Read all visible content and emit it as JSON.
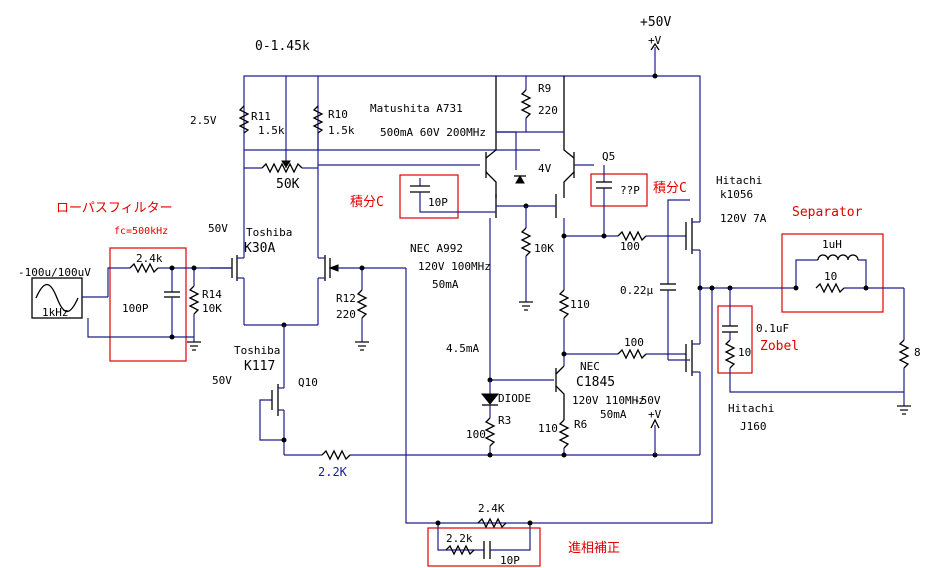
{
  "supply": {
    "top": "+50V",
    "plus_v": "+V",
    "neg": "-50V",
    "plus_v2": "+V"
  },
  "labels": {
    "vol_range": "0-1.45k",
    "v25": "2.5V",
    "r11": "R11",
    "r11_val": "1.5k",
    "r10": "R10",
    "r10_val": "1.5k",
    "pot": "50K",
    "matsushita": "Matushita A731",
    "matsushita_spec": "500mA 60V 200MHz",
    "r9": "R9",
    "r9_val": "220",
    "v4": "4V",
    "q5": "Q5",
    "cap_int1": "10P",
    "cap_int2": "??P",
    "sekibun1": "積分C",
    "sekibun2": "積分C",
    "hitachi_top": "Hitachi",
    "hitachi_top_part": "k1056",
    "hitachi_top_spec": "120V 7A",
    "separator": "Separator",
    "l_val": "1uH",
    "r_sep": "10",
    "lpf": "ローパスフィルター",
    "fc": "fc=500kHz",
    "in_level": "-100u/100uV",
    "r_in": "2.4k",
    "c_in": "100P",
    "r14": "R14",
    "r14_val": "10K",
    "src": "1kHz",
    "v50_1": "50V",
    "toshiba1": "Toshiba",
    "k30a": "K30A",
    "r12": "R12",
    "r12_val": "220",
    "nec_a992": "NEC A992",
    "a992_spec": "120V 100MHz",
    "a992_ma": "50mA",
    "r10k": "10K",
    "r100_top": "100",
    "c022": "0.22μ",
    "r110": "110",
    "zobel_c": "0.1uF",
    "zobel": "Zobel",
    "zobel_r": "10",
    "load": "8",
    "toshiba2": "Toshiba",
    "k117": "K117",
    "v50_2": "50V",
    "q10": "Q10",
    "ma45": "4.5mA",
    "r100_mid": "100",
    "nec": "NEC",
    "c1845": "C1845",
    "c1845_spec": "120V 110MHz",
    "c1845_ma": "50mA",
    "diode": "DIODE",
    "r3": "R3",
    "r3_val": "100",
    "r6": "R6",
    "r6_val": "110",
    "hitachi_bot": "Hitachi",
    "j160": "J160",
    "r22k": "2.2K",
    "fb_r": "2.4K",
    "comp_r": "2.2k",
    "comp_c": "10P",
    "phase": "進相補正"
  }
}
